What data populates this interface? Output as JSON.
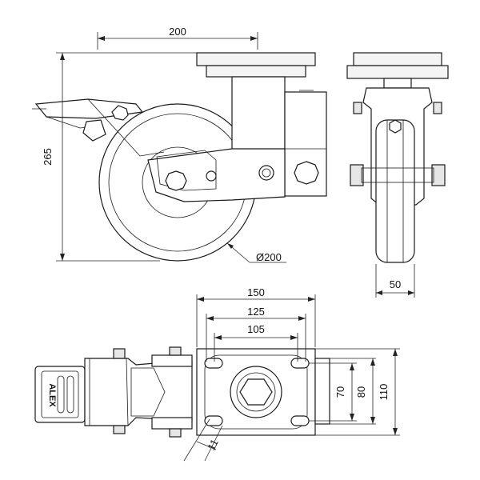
{
  "dimensions": {
    "side_top_width": "200",
    "side_height": "265",
    "wheel_diameter": "Ø200",
    "front_wheel_width": "50",
    "top_plate_width": "150",
    "top_hole_span_outer": "125",
    "top_hole_span_inner": "105",
    "plate_depth_inner": "70",
    "plate_depth_mid": "80",
    "plate_depth_outer": "110",
    "bolt_hole": "11"
  },
  "brand_label": "ALEX"
}
